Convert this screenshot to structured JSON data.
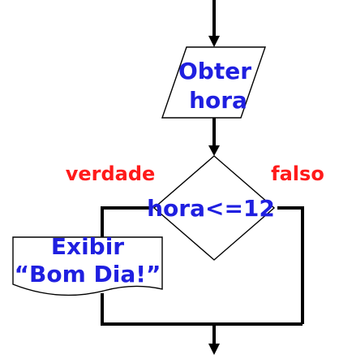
{
  "diagram": {
    "input_node": {
      "line1": "Obter",
      "line2": "hora"
    },
    "decision_node": {
      "label": "hora<=12"
    },
    "output_node": {
      "line1": "Exibir",
      "line2": "“Bom Dia!”"
    },
    "branches": {
      "true_label": "verdade",
      "false_label": "falso"
    },
    "colors": {
      "node_text": "#1f1fe0",
      "branch_label": "#ff1a1a",
      "line": "#000000"
    }
  }
}
